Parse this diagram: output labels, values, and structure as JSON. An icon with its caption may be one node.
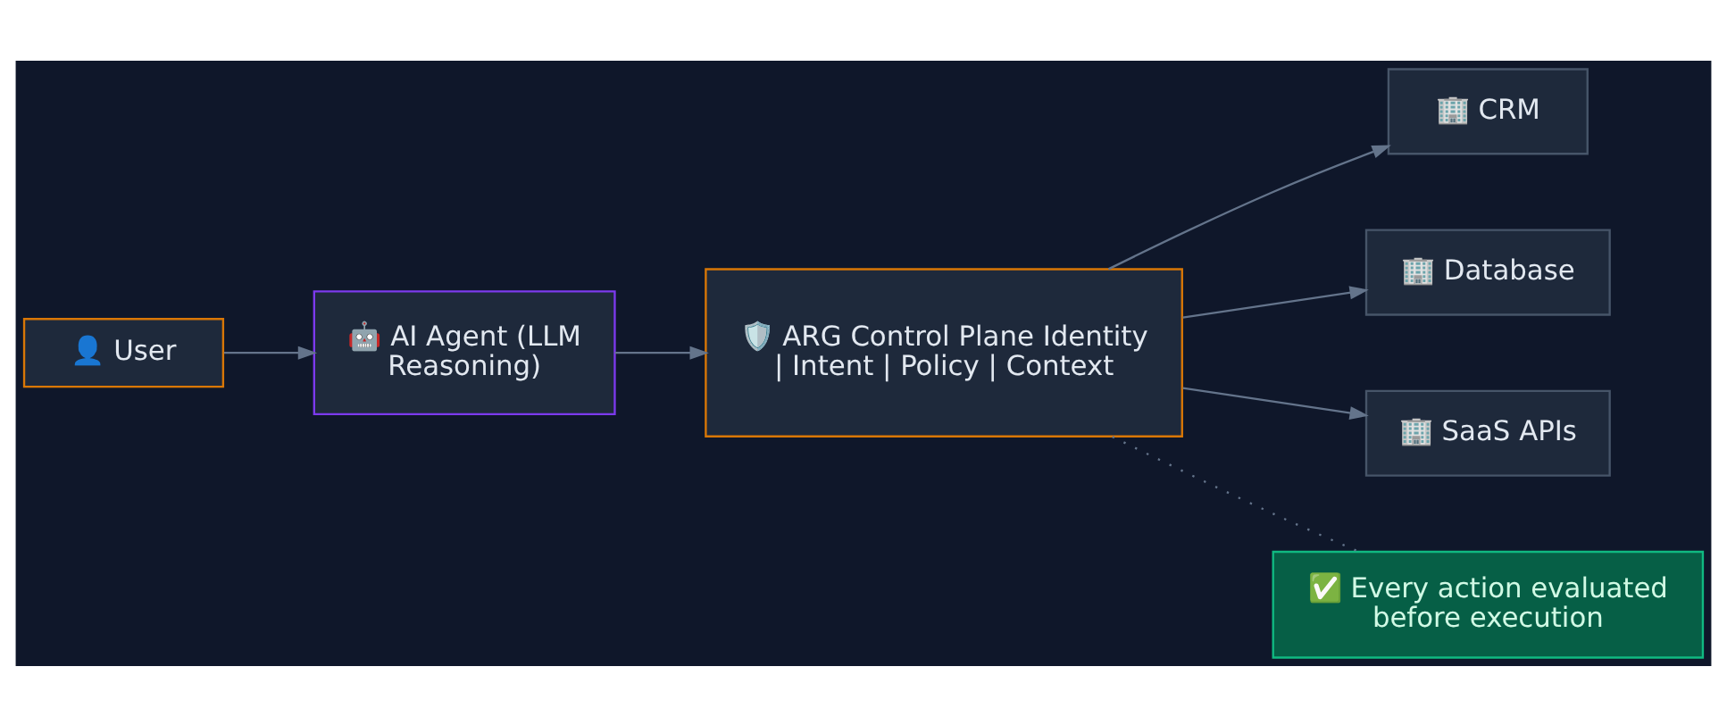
{
  "diagram": {
    "nodes": [
      {
        "text": [
          "👤 User"
        ]
      },
      {
        "text": [
          "🤖 AI Agent (LLM Reasoning)"
        ]
      },
      {
        "text": [
          "🛡️ ARG Control Plane Identity | Intent | Policy | Context"
        ]
      },
      {
        "text": [
          "🏢 CRM"
        ]
      },
      {
        "text": [
          "🏢 Database"
        ]
      },
      {
        "text": [
          "🏢 SaaS APIs"
        ]
      },
      {
        "text": [
          "✅ Every action evaluated before execution"
        ]
      }
    ],
    "edges": [
      {
        "from": 0,
        "to": 1,
        "arrow": "to"
      },
      {
        "from": 1,
        "to": 2,
        "arrow": "to"
      },
      {
        "from": 2,
        "to": 3,
        "arrow": "to"
      },
      {
        "from": 2,
        "to": 4,
        "arrow": "to"
      },
      {
        "from": 2,
        "to": 5,
        "arrow": "to"
      },
      {
        "from": 2,
        "to": 6,
        "arrow": "none",
        "style": "dashed"
      }
    ]
  }
}
